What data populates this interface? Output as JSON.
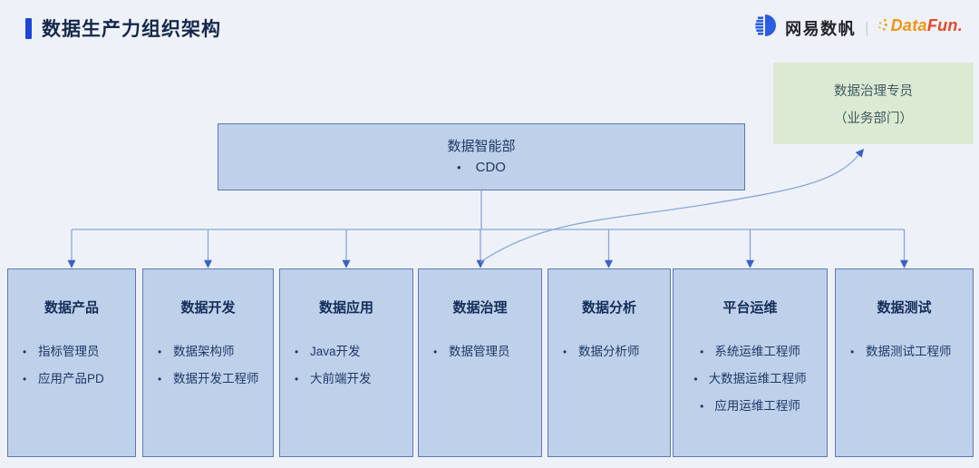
{
  "page": {
    "title": "数据生产力组织架构"
  },
  "logos": {
    "netease": "网易数帆",
    "separator": "|",
    "datafun": {
      "data": "Data",
      "fun": "Fun."
    }
  },
  "org": {
    "root": {
      "title": "数据智能部",
      "roles": [
        "CDO"
      ]
    },
    "advisor": {
      "line1": "数据治理专员",
      "line2": "（业务部门）"
    },
    "departments": [
      {
        "title": "数据产品",
        "roles": [
          "指标管理员",
          "应用产品PD"
        ]
      },
      {
        "title": "数据开发",
        "roles": [
          "数据架构师",
          "数据开发工程师"
        ]
      },
      {
        "title": "数据应用",
        "roles": [
          "Java开发",
          "大前端开发"
        ]
      },
      {
        "title": "数据治理",
        "roles": [
          "数据管理员"
        ]
      },
      {
        "title": "数据分析",
        "roles": [
          "数据分析师"
        ]
      },
      {
        "title": "平台运维",
        "roles": [
          "系统运维工程师",
          "大数据运维工程师",
          "应用运维工程师"
        ]
      },
      {
        "title": "数据测试",
        "roles": [
          "数据测试工程师"
        ]
      }
    ]
  },
  "icons": {
    "netease_logo_icon": "striped-sail-icon",
    "datafun_dots_icon": "halftone-dots-icon"
  },
  "colors": {
    "background": "#eef2f8",
    "accent_bar": "#1d45da",
    "title_text": "#15284d",
    "box_fill": "#bfd0ea",
    "box_border": "#5b7ab5",
    "box_text": "#1d3a68",
    "advisor_fill": "#dcead3",
    "advisor_text": "#3e5a60",
    "connector_line": "#8aa6da",
    "arrow_fill": "#3a62c6",
    "netease_blue": "#2b5ce1",
    "netease_text": "#23252a",
    "datafun_orange": "#f59311",
    "datafun_red": "#e8472b"
  }
}
